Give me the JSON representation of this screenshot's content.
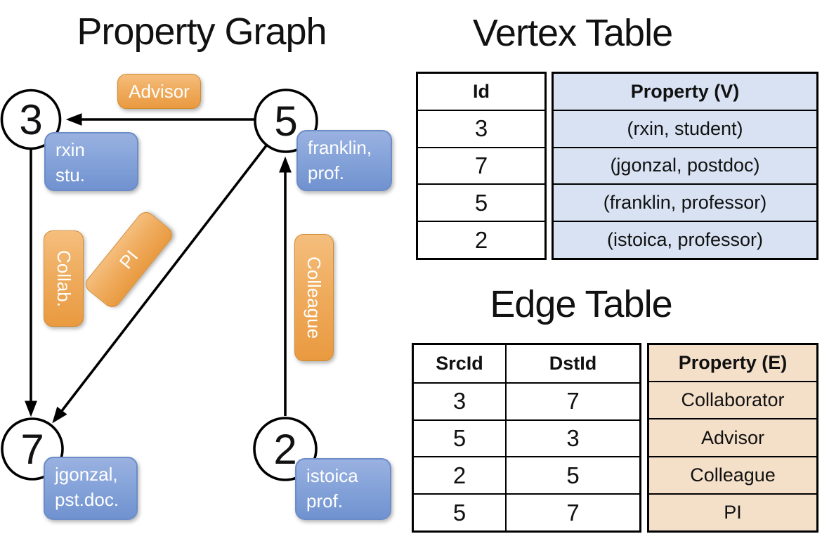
{
  "graph": {
    "title": "Property Graph",
    "nodes": {
      "n3": {
        "id": "3",
        "line1": "rxin",
        "line2": "stu."
      },
      "n5": {
        "id": "5",
        "line1": "franklin,",
        "line2": "prof."
      },
      "n7": {
        "id": "7",
        "line1": "jgonzal,",
        "line2": "pst.doc."
      },
      "n2": {
        "id": "2",
        "line1": "istoica",
        "line2": "prof."
      }
    },
    "edge_labels": {
      "advisor": "Advisor",
      "collab": "Collab.",
      "pi": "PI",
      "colleague": "Colleague"
    }
  },
  "vertex_table": {
    "title": "Vertex Table",
    "columns": {
      "id": "Id",
      "property": "Property (V)"
    },
    "rows": [
      {
        "id": "3",
        "property": "(rxin, student)"
      },
      {
        "id": "7",
        "property": "(jgonzal, postdoc)"
      },
      {
        "id": "5",
        "property": "(franklin, professor)"
      },
      {
        "id": "2",
        "property": "(istoica, professor)"
      }
    ]
  },
  "edge_table": {
    "title": "Edge Table",
    "columns": {
      "src": "SrcId",
      "dst": "DstId",
      "property": "Property (E)"
    },
    "rows": [
      {
        "src": "3",
        "dst": "7",
        "property": "Collaborator"
      },
      {
        "src": "5",
        "dst": "3",
        "property": "Advisor"
      },
      {
        "src": "2",
        "dst": "5",
        "property": "Colleague"
      },
      {
        "src": "5",
        "dst": "7",
        "property": "PI"
      }
    ]
  },
  "colors": {
    "edge_label_orange": "#ED9F4C",
    "vertex_label_blue": "#7E9DD7",
    "vertex_table_fill": "#D8E2F2",
    "edge_table_fill": "#F4DFC8",
    "line_black": "#000000"
  }
}
